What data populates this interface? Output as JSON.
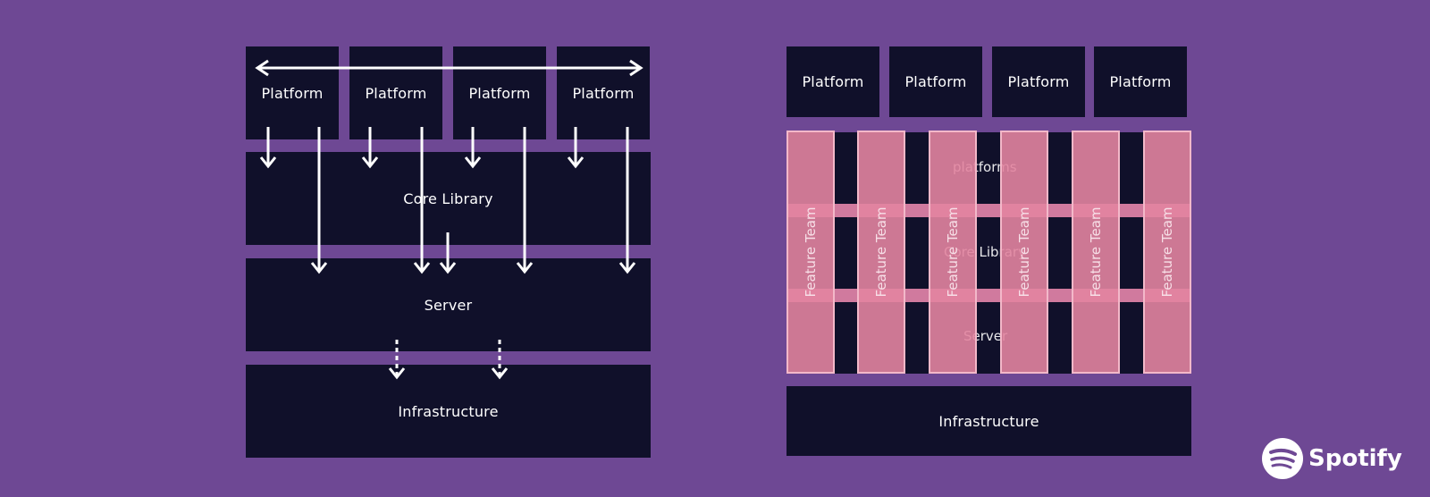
{
  "left_diagram": {
    "platforms": [
      "Platform",
      "Platform",
      "Platform",
      "Platform"
    ],
    "layers": {
      "core": "Core Library",
      "server": "Server",
      "infra": "Infrastructure"
    }
  },
  "right_diagram": {
    "platforms": [
      "Platform",
      "Platform",
      "Platform",
      "Platform"
    ],
    "layers": {
      "platforms": "platforms",
      "core": "Core Library",
      "server": "Server",
      "infra": "Infrastructure"
    },
    "feature_teams": [
      "Feature Team",
      "Feature Team",
      "Feature Team",
      "Feature Team",
      "Feature Team",
      "Feature Team"
    ]
  },
  "brand": {
    "name": "Spotify",
    "logo_color": "#ffffff"
  },
  "colors": {
    "background": "#6e4894",
    "block": "#10102a",
    "feature_team": "#e284a0",
    "arrow": "#ffffff"
  }
}
